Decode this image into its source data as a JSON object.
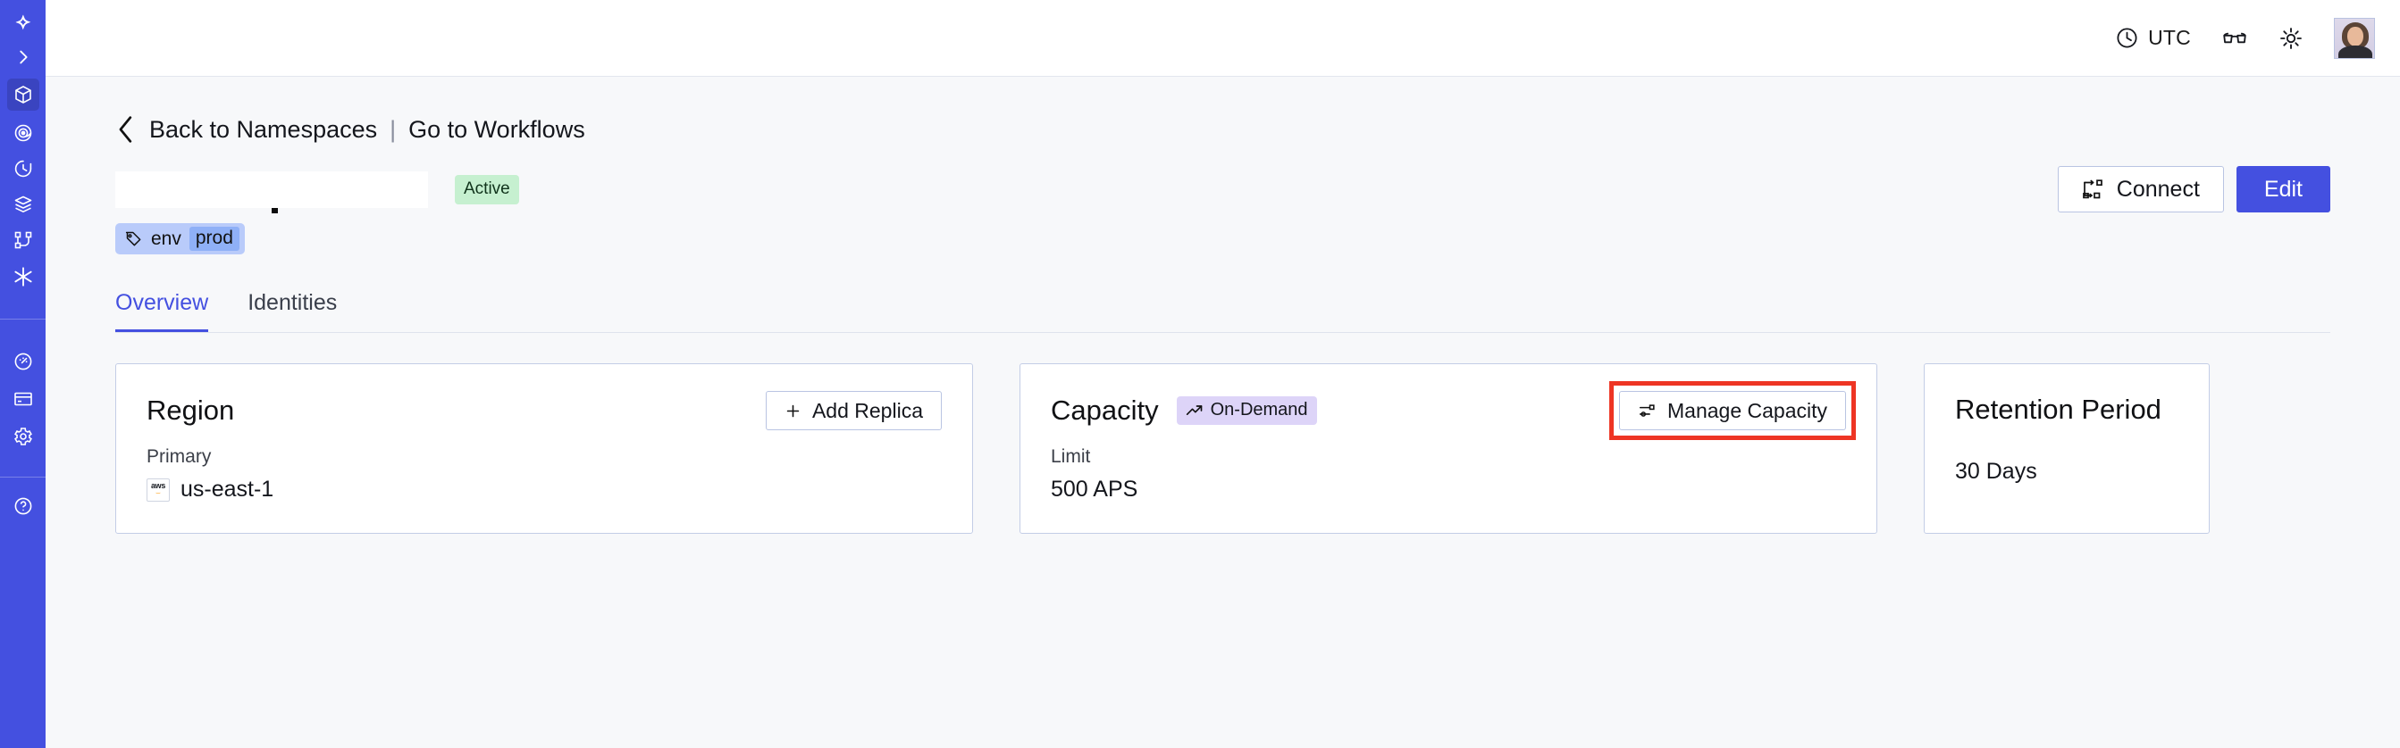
{
  "sidebar": {
    "items": [
      {
        "name": "logo-star-icon",
        "label": "Logo"
      },
      {
        "name": "expand-chevron-icon",
        "label": "Expand"
      },
      {
        "name": "namespaces-cube-icon",
        "label": "Namespaces"
      },
      {
        "name": "observability-eye-icon",
        "label": "Observability"
      },
      {
        "name": "schedules-clock-icon",
        "label": "Schedules"
      },
      {
        "name": "batch-layers-icon",
        "label": "Batch"
      },
      {
        "name": "workflows-graph-icon",
        "label": "Workflows"
      },
      {
        "name": "nexus-asterisk-icon",
        "label": "Nexus"
      },
      {
        "name": "usage-gauge-icon",
        "label": "Usage"
      },
      {
        "name": "billing-card-icon",
        "label": "Billing"
      },
      {
        "name": "settings-gear-icon",
        "label": "Settings"
      },
      {
        "name": "help-circle-icon",
        "label": "Help"
      }
    ],
    "active_index": 2
  },
  "topbar": {
    "timezone": "UTC",
    "clock_icon": "clock-icon",
    "docs_icon": "glasses-icon",
    "theme_icon": "sun-icon",
    "avatar_icon": "user-avatar"
  },
  "breadcrumb": {
    "back_icon": "chevron-left-icon",
    "back_label": "Back to Namespaces",
    "divider": "|",
    "forward_label": "Go to Workflows"
  },
  "header": {
    "title": "",
    "status_badge": "Active",
    "connect_label": "Connect",
    "connect_icon": "connect-flow-icon",
    "edit_label": "Edit"
  },
  "tag": {
    "icon": "tag-icon",
    "key": "env",
    "value": "prod"
  },
  "tabs": [
    {
      "label": "Overview",
      "selected": true
    },
    {
      "label": "Identities",
      "selected": false
    }
  ],
  "cards": {
    "region": {
      "title": "Region",
      "action_label": "Add Replica",
      "action_icon": "plus-icon",
      "sub_label": "Primary",
      "provider_icon": "aws-icon",
      "value": "us-east-1"
    },
    "capacity": {
      "title": "Capacity",
      "badge_label": "On-Demand",
      "badge_icon": "trend-up-icon",
      "action_label": "Manage Capacity",
      "action_icon": "sliders-icon",
      "action_highlighted": true,
      "sub_label": "Limit",
      "value": "500 APS"
    },
    "retention": {
      "title": "Retention Period",
      "value": "30 Days"
    }
  },
  "colors": {
    "brand": "#4450e0",
    "sidebar": "#4450e0",
    "page_bg": "#f7f8fa",
    "status_green_bg": "#c6f0d0",
    "tag_blue_bg": "#b9cbfa",
    "tag_value_bg": "#8fb0f7",
    "badge_purple_bg": "#ddd4f8",
    "highlight_red": "#ee3524",
    "card_border": "#c3cde6"
  }
}
